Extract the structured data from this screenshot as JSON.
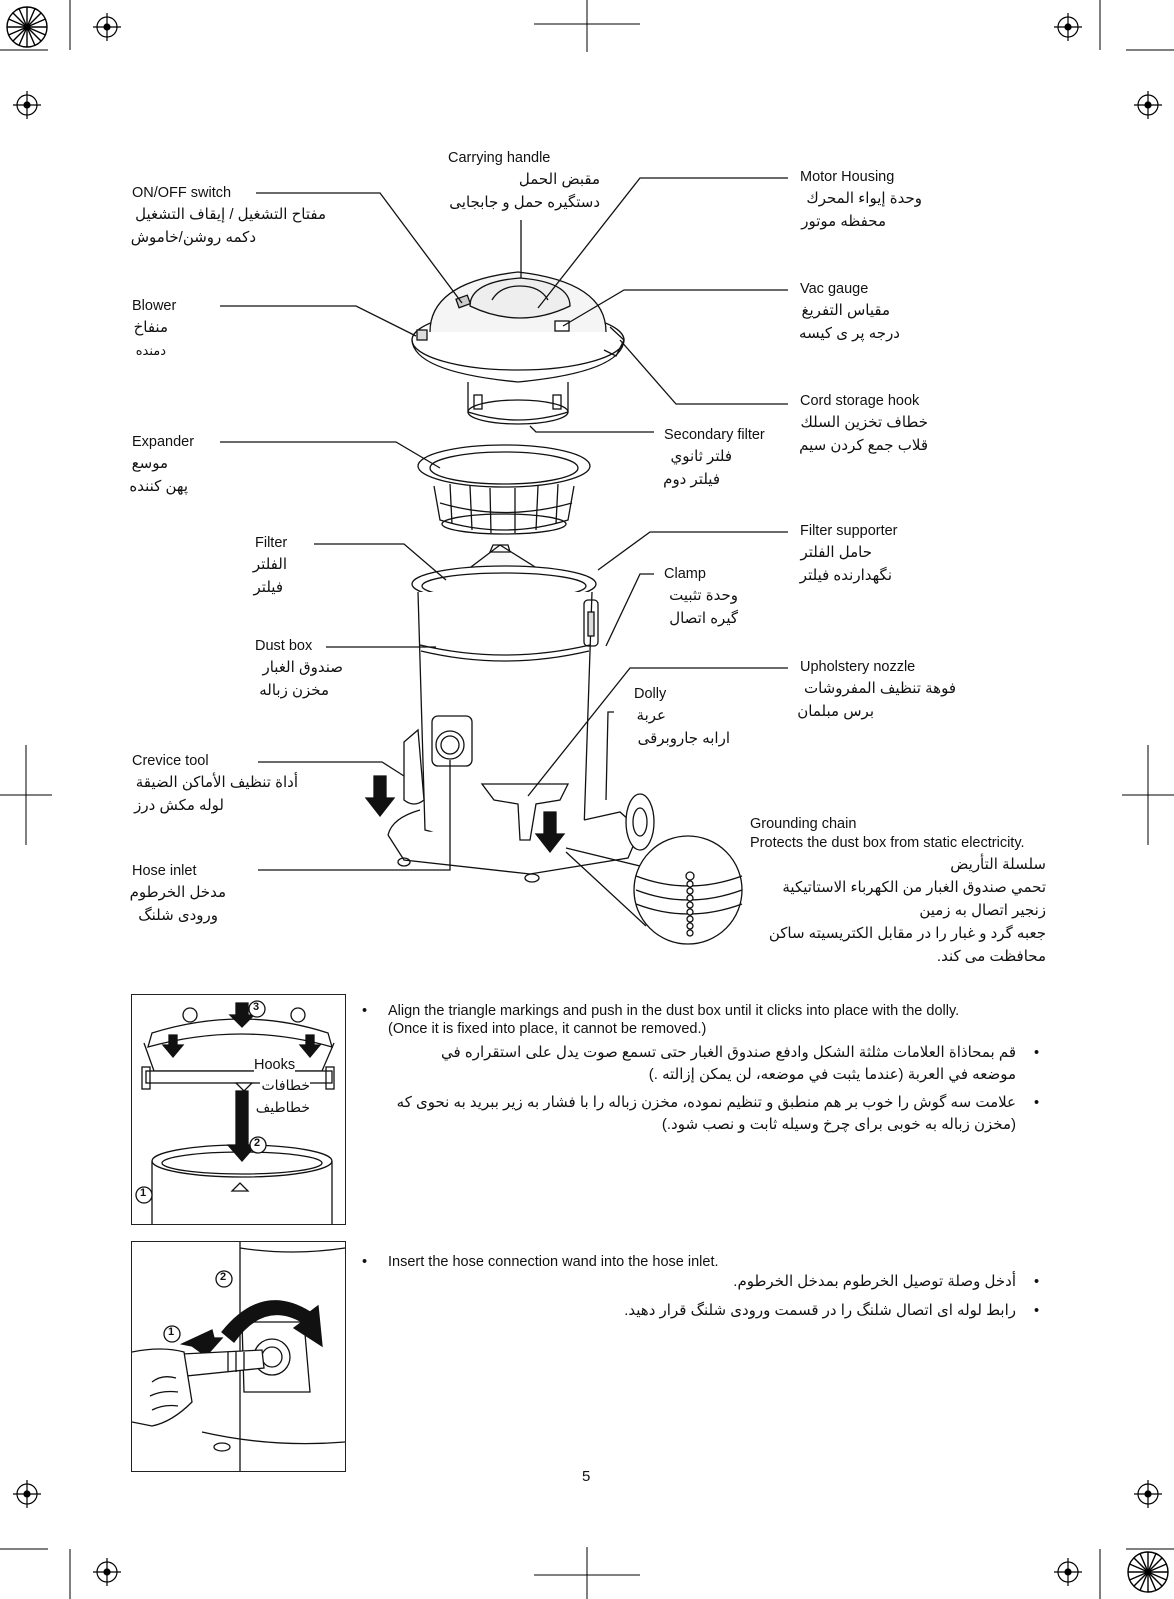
{
  "labels": {
    "carrying_handle": {
      "en": "Carrying handle",
      "ar": "مقبض الحمل",
      "fa": "دستگیره حمل و جابجایی"
    },
    "on_off_switch": {
      "en": "ON/OFF switch",
      "ar": "مفتاح التشغيل / إيقاف التشغيل",
      "fa": "دکمه روشن/خاموش"
    },
    "motor_housing": {
      "en": "Motor Housing",
      "ar": "وحدة إيواء المحرك",
      "fa": "محفظه موتور"
    },
    "blower": {
      "en": "Blower",
      "ar": "منفاخ",
      "fa": "دمنده"
    },
    "vac_gauge": {
      "en": "Vac gauge",
      "ar": "مقياس التفريغ",
      "fa": "درجه پر ی کیسه"
    },
    "cord_storage_hook": {
      "en": "Cord storage hook",
      "ar": "خطاف تخزين السلك",
      "fa": "قلاب جمع کردن سیم"
    },
    "secondary_filter": {
      "en": "Secondary filter",
      "ar": "فلتر ثانوي",
      "fa": "فیلتر دوم"
    },
    "expander": {
      "en": "Expander",
      "ar": "موسع",
      "fa": "پهن کننده"
    },
    "filter": {
      "en": "Filter",
      "ar": "الفلتر",
      "fa": "فیلتر"
    },
    "filter_supporter": {
      "en": "Filter supporter",
      "ar": "حامل الفلتر",
      "fa": "نگهدارنده فیلتر"
    },
    "clamp": {
      "en": "Clamp",
      "ar": "وحدة تثبيت",
      "fa": "گیره اتصال"
    },
    "dust_box": {
      "en": "Dust box",
      "ar": "صندوق الغبار",
      "fa": "مخزن زباله"
    },
    "upholstery_nozzle": {
      "en": "Upholstery nozzle",
      "ar": "فوهة تنظيف المفروشات",
      "fa": "برس مبلمان"
    },
    "dolly": {
      "en": "Dolly",
      "ar": "عربة",
      "fa": "ارابه جاروبرقی"
    },
    "crevice_tool": {
      "en": "Crevice tool",
      "ar": "أداة تنظيف الأماكن الضيقة",
      "fa": "لوله مکش درز"
    },
    "grounding_chain": {
      "en": "Grounding chain",
      "desc": "Protects the dust box from static electricity.",
      "ar1": "سلسلة التأريض",
      "ar2": "تحمي صندوق الغبار من الكهرباء الاستاتيكية",
      "fa1": "زنجیر اتصال به زمین",
      "fa2": "جعبه گرد و غبار را در مقابل الکتریسیته ساکن",
      "fa3": "محافظت می کند."
    },
    "hose_inlet": {
      "en": "Hose inlet",
      "ar": "مدخل الخرطوم",
      "fa": "ورودی شلنگ"
    }
  },
  "step1": {
    "hooks_label": "Hooks",
    "hooks_ar": "خطافات",
    "hooks_fa": "خطاطیف",
    "n1": "1",
    "n2": "2",
    "n3": "3",
    "en1": "Align the triangle markings and push in the dust box until it clicks into place with the dolly.",
    "en2": "(Once it is fixed into place, it cannot be removed.)",
    "ar1": "قم بمحاذاة العلامات مثلثة الشكل وادفع صندوق الغبار حتى تسمع صوت يدل على استقراره في",
    "ar2": "موضعه في العربة (عندما يثبت في موضعه، لن يمكن إزالته .)",
    "fa1": "علامت سه گوش را خوب بر هم منطبق و تنظیم نمودە، مخزن زباله را با فشار به زیر ببرید به نحوی که",
    "fa2": "(مخزن زباله به خوبی برای چرخ وسیله ثابت و نصب شود.)"
  },
  "step2": {
    "n1": "1",
    "n2": "2",
    "en1": "Insert the hose connection wand into the hose inlet.",
    "ar1": "أدخل وصلة توصيل الخرطوم بمدخل الخرطوم.",
    "fa1": "رابط لوله ای اتصال شلنگ را در قسمت ورودی شلنگ قرار دهید."
  },
  "page_number": "5"
}
